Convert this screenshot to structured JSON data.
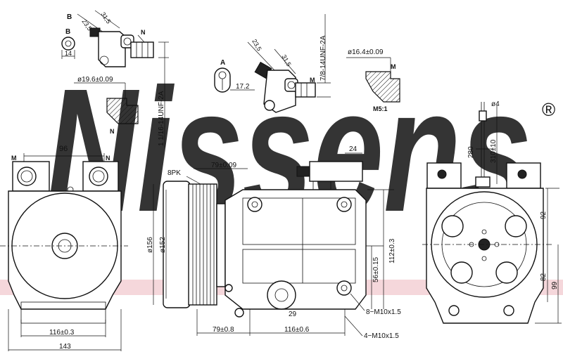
{
  "watermark": {
    "brand": "Nissens",
    "registered_mark": "®",
    "colors": {
      "watermark": "#c9d6e6",
      "band": "#f2c9cf"
    }
  },
  "fitting_b": {
    "label_b_top": "B",
    "label_b": "B",
    "label_n": "N",
    "dim_23_5": "23,5",
    "dim_31_5": "31,5",
    "dim_14": "14",
    "dim_19_6": "ø19.6±0.09",
    "thread": "1 1/16-14UNF-2A",
    "label_n_bottom": "N"
  },
  "fitting_a": {
    "label_a": "A",
    "label_m": "M",
    "dim_17_2": "17.2",
    "dim_23_5": "23,5",
    "dim_31_5": "31,5",
    "thread": "7/8-14UNF-2A",
    "dim_16_4": "ø16.4±0.09",
    "label_m_bottom": "M",
    "scale": "M5:1"
  },
  "left_view": {
    "dim_96": "96",
    "label_n": "N",
    "label_m": "M",
    "dim_116": "116±0.3",
    "dim_143": "143"
  },
  "side_view": {
    "pulley_label": "8PK",
    "dim_79_top": "79±0.09",
    "dim_156": "ø156",
    "dim_152": "ø152",
    "dim_24": "24",
    "dim_112": "112±0.3",
    "dim_56": "56±0.15",
    "dim_29": "29",
    "thread_8": "8−M10x1.5",
    "dim_79_bottom": "79±0.8",
    "dim_116": "116±0.6",
    "thread_4": "4−M10x1.5"
  },
  "right_view": {
    "dim_4": "ø4",
    "dim_280": "280",
    "dim_310": "310±10",
    "dim_92": "92",
    "dim_82": "82",
    "dim_99": "99"
  }
}
